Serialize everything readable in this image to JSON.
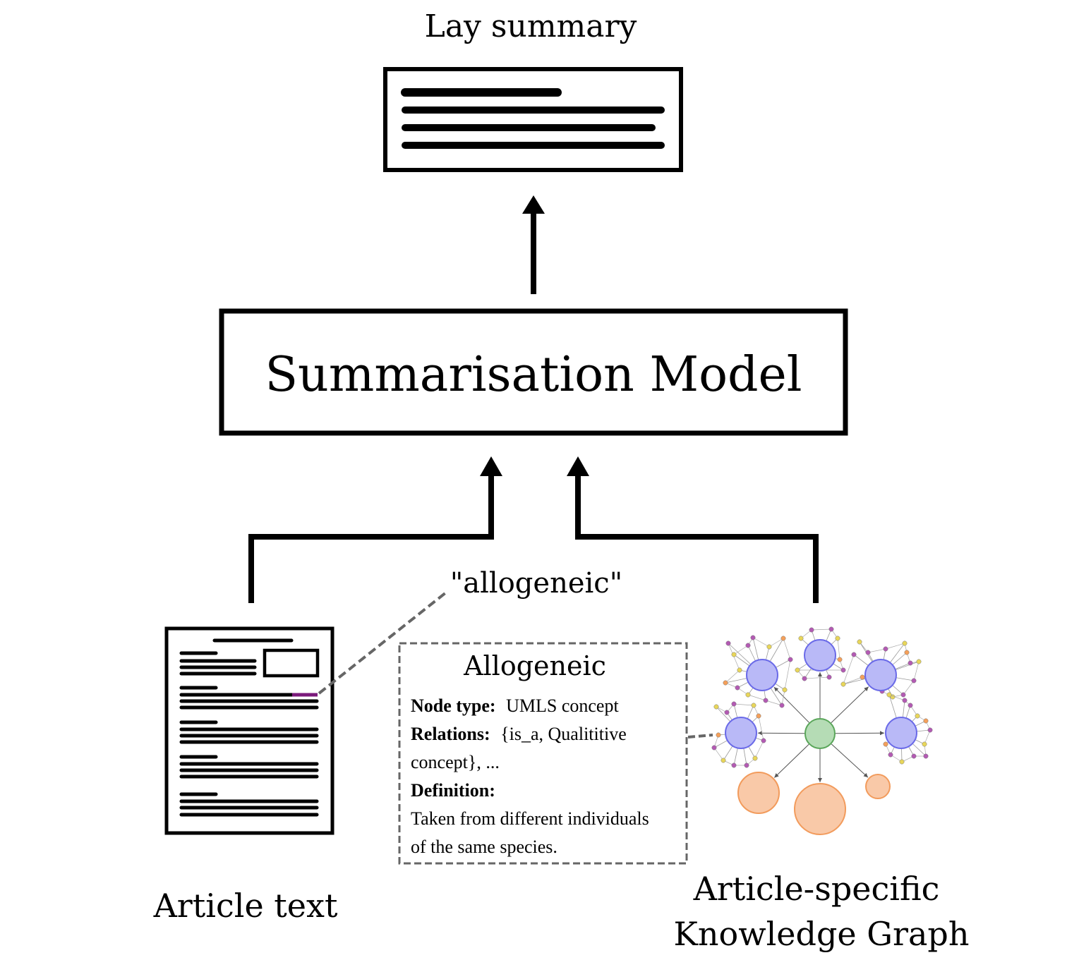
{
  "lay_summary": {
    "label": "Lay summary"
  },
  "model": {
    "label": "Summarisation Model"
  },
  "article": {
    "label": "Article text"
  },
  "term": {
    "label": "\"allogeneic\""
  },
  "concept_card": {
    "title": "Allogeneic",
    "node_type_key": "Node type:",
    "node_type_value": "UMLS concept",
    "relations_key": "Relations:",
    "relations_value_1": "{is_a, Qualititive",
    "relations_value_2": "concept}, ...",
    "definition_key": "Definition:",
    "definition_1": "Taken from different individuals",
    "definition_2": "of the same species."
  },
  "knowledge_graph": {
    "label_line1": "Article-specific",
    "label_line2": "Knowledge Graph",
    "colors": {
      "central": "#b5dcb5",
      "central_stroke": "#5aa65a",
      "hub": "#b9b9f7",
      "hub_stroke": "#6a6ae8",
      "leaf_large": "#f9c9a8",
      "leaf_large_stroke": "#f29b5c",
      "small_purple": "#b35ab3",
      "small_yellow": "#e8d65a",
      "small_orange": "#f5a05a"
    }
  },
  "highlight_color": "#7b1a7b"
}
